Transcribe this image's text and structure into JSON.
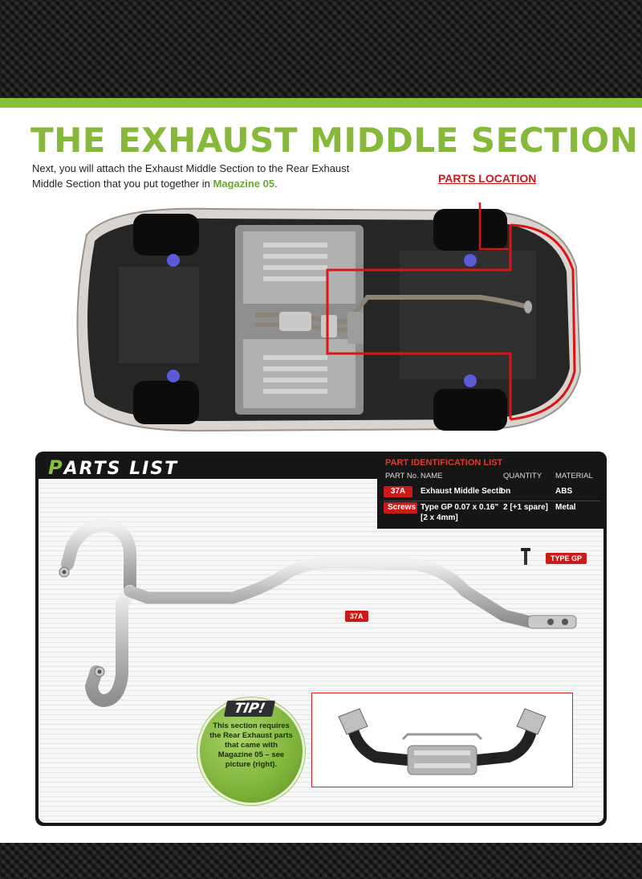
{
  "page": {
    "title": "THE EXHAUST MIDDLE SECTION",
    "intro_prefix": "Next, you will attach the Exhaust Middle Section to the Rear Exhaust Middle Section that you put together in ",
    "intro_magazine": "Magazine 05",
    "intro_suffix": ".",
    "parts_location_label": "PARTS LOCATION"
  },
  "parts_list": {
    "title_first": "P",
    "title_rest": "ARTS LIST",
    "identification_title": "PART IDENTIFICATION LIST",
    "headers": {
      "part_no": "PART No.",
      "name": "NAME",
      "quantity": "QUANTITY",
      "material": "MATERIAL"
    },
    "rows": [
      {
        "part_no": "37A",
        "name": "Exhaust Middle Section",
        "name_line2": "",
        "quantity": "1",
        "material": "ABS"
      },
      {
        "part_no": "Screws",
        "name": "Type GP  0.07 x 0.16\"",
        "name_line2": "[2 x 4mm]",
        "quantity": "2 [+1 spare]",
        "material": "Metal"
      }
    ],
    "tags": {
      "type_gp": "TYPE GP",
      "part_37a": "37A"
    }
  },
  "tip": {
    "title": "TIP!",
    "text": "This section requires the Rear Exhaust parts that came with Magazine 05 – see picture (right)."
  },
  "colors": {
    "accent_green": "#86c13b",
    "accent_red": "#cc1a1a",
    "panel_dark": "#161616"
  }
}
